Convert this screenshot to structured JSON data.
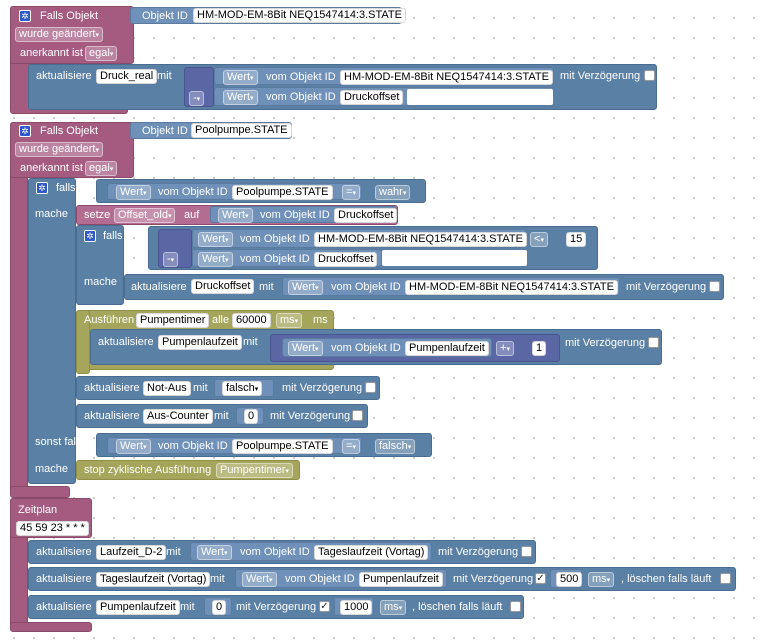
{
  "lbl": {
    "falls_objekt": "Falls Objekt",
    "objekt_id": "Objekt ID",
    "wurde_geaendert": "wurde geändert",
    "anerkannt_ist": "anerkannt ist",
    "egal": "egal",
    "aktualisiere": "aktualisiere",
    "mit": "mit",
    "wert": "Wert",
    "vom_objekt_id": "vom Objekt ID",
    "mit_verzoegerung": "mit Verzögerung",
    "minus": "-",
    "plus": "+",
    "falls": "falls",
    "mache": "mache",
    "sonst_falls": "sonst falls",
    "setze": "setze",
    "auf": "auf",
    "eq": "=",
    "lt": "<",
    "wahr": "wahr",
    "falsch": "falsch",
    "ausfuehren": "Ausführen",
    "alle": "alle",
    "ms": "ms",
    "stop": "stop zyklische Ausführung",
    "zeitplan": "Zeitplan",
    "loeschen": ", löschen falls läuft",
    "check": "✓",
    "arrow": "▾"
  },
  "values": {
    "obj_hm": "HM-MOD-EM-8Bit NEQ1547414:3.STATE",
    "obj_pool": "Poolpumpe.STATE",
    "druck_real": "Druck_real",
    "druckoffset": "Druckoffset",
    "offset_old": "Offset_old",
    "num_15": "15",
    "pumpentimer": "Pumpentimer",
    "interval": "60000",
    "pumpenlaufzeit": "Pumpenlaufzeit",
    "num_1": "1",
    "not_aus": "Not-Aus",
    "aus_counter": "Aus-Counter",
    "num_0": "0",
    "cron": "45 59 23 * * *",
    "laufzeit_d2": "Laufzeit_D-2",
    "tageslaufzeit": "Tageslaufzeit (Vortag)",
    "delay_500": "500",
    "delay_1000": "1000"
  },
  "colors": {
    "event": "#a55b80",
    "action": "#5b80a5",
    "logic": "#5ba55b",
    "timer": "#a5a55b",
    "gear": "#2f58c8"
  },
  "icons": [
    "settings-gear-icon",
    "dropdown-arrow-icon",
    "checkbox-icon"
  ]
}
